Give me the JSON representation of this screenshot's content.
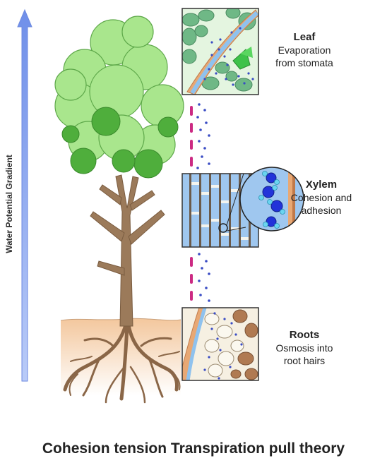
{
  "axis": {
    "label": "Water Potential Gradient"
  },
  "panels": {
    "leaf": {
      "title": "Leaf",
      "description": "Evaporation\nfrom stomata"
    },
    "xylem": {
      "title": "Xylem",
      "description": "Cohesion and\nadhesion"
    },
    "roots": {
      "title": "Roots",
      "description": "Osmosis into\nroot hairs"
    }
  },
  "caption": "Cohesion tension Transpiration pull theory",
  "colors": {
    "arrow": "#7f9ff0",
    "foliage_light": "#a9e68d",
    "foliage_dark": "#4fae3c",
    "trunk": "#9b7a5a",
    "soil": "#f7d5b4",
    "roots": "#8a6647",
    "water_dot": "#3a4cc4",
    "pull_dash": "#cc2a83",
    "xylem_blue": "#9fc7ef"
  }
}
